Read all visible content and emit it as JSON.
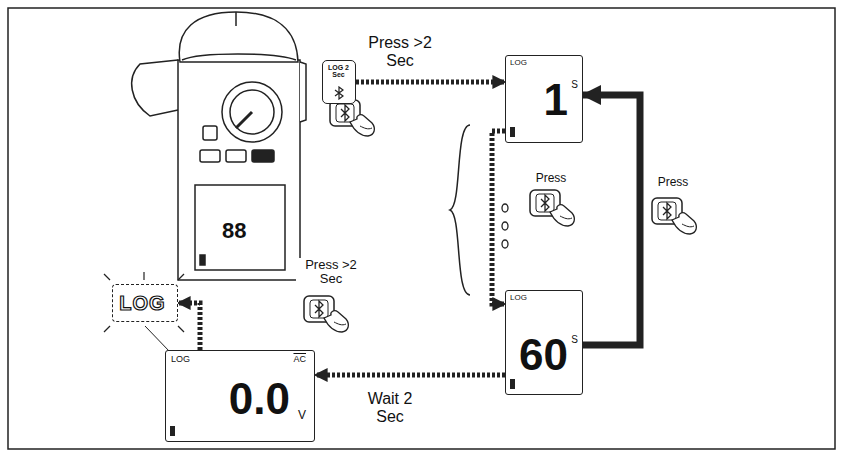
{
  "diagram": {
    "nodes": [
      {
        "text": [
          "LOG 2 Sec"
        ]
      },
      {
        "text": [
          "LOG",
          "1",
          "S"
        ]
      },
      {
        "text": [
          "LOG",
          "60",
          "S"
        ]
      },
      {
        "text": [
          "LOG"
        ]
      },
      {
        "text": [
          "LOG",
          "AC",
          "0.0",
          "V"
        ]
      }
    ],
    "edges": [
      {
        "from": 0,
        "to": 1,
        "arrow": "to",
        "label": "Press >2 Sec"
      },
      {
        "from": 1,
        "to": 2,
        "arrow": "to",
        "label": "Press"
      },
      {
        "from": 2,
        "to": 1,
        "arrow": "to",
        "label": "Press"
      },
      {
        "from": 2,
        "to": 4,
        "arrow": "to",
        "label": "Wait 2 Sec"
      },
      {
        "from": 4,
        "to": 3,
        "arrow": "to",
        "label": "Press >2 Sec"
      }
    ],
    "labels": [
      "88"
    ]
  }
}
